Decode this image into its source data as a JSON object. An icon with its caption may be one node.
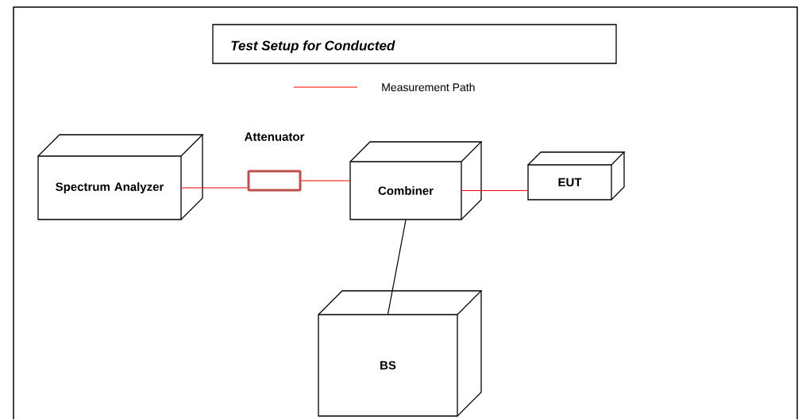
{
  "diagram": {
    "title": "Test Setup for Conducted",
    "nodes": [
      {
        "text": [
          "Spectrum Analyzer"
        ]
      },
      {
        "text": [
          "Attenuator"
        ]
      },
      {
        "text": [
          "Combiner"
        ]
      },
      {
        "text": [
          "EUT"
        ]
      },
      {
        "text": [
          "BS"
        ]
      }
    ],
    "edges": [
      {
        "from": 0,
        "to": 1,
        "arrow": "none"
      },
      {
        "from": 1,
        "to": 2,
        "arrow": "none"
      },
      {
        "from": 2,
        "to": 3,
        "arrow": "none"
      },
      {
        "from": 2,
        "to": 4,
        "arrow": "none",
        "color": "#000000"
      }
    ],
    "legend": [
      {
        "text": "Measurement Path"
      }
    ]
  }
}
